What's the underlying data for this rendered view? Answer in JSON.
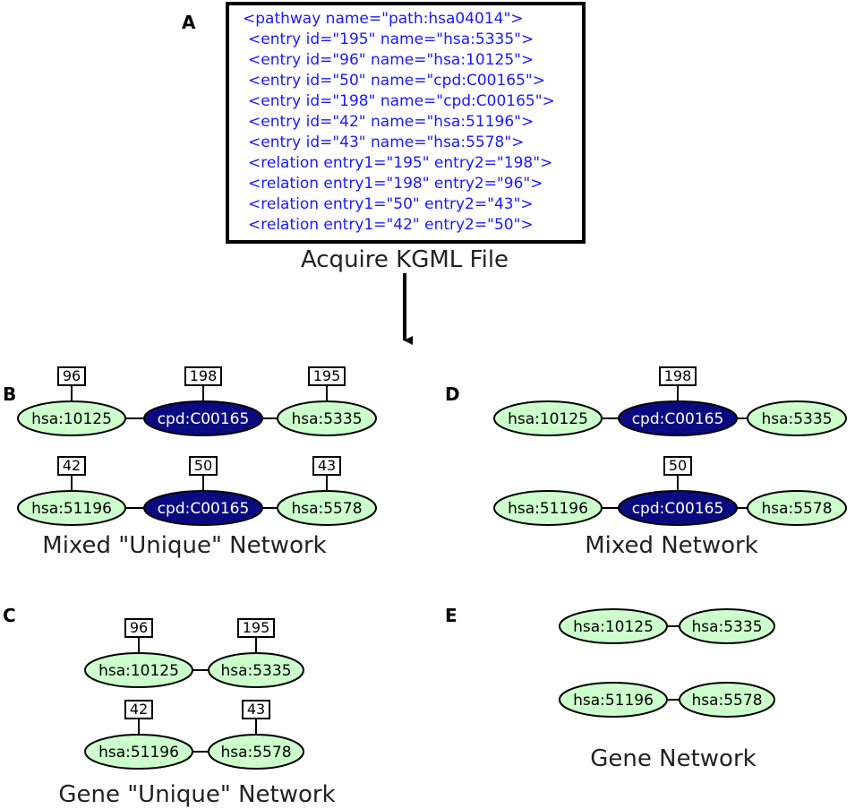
{
  "panels": {
    "A": {
      "letter": "A",
      "kgml_lines": [
        "<pathway name=\"path:hsa04014\">",
        "<entry id=\"195\" name=\"hsa:5335\">",
        "<entry id=\"96\" name=\"hsa:10125\">",
        "<entry id=\"50\" name=\"cpd:C00165\">",
        "<entry id=\"198\" name=\"cpd:C00165\">",
        "<entry id=\"42\" name=\"hsa:51196\">",
        "<entry id=\"43\" name=\"hsa:5578\">",
        "<relation entry1=\"195\" entry2=\"198\">",
        "<relation entry1=\"198\" entry2=\"96\">",
        "<relation entry1=\"50\" entry2=\"43\">",
        "<relation entry1=\"42\" entry2=\"50\">"
      ],
      "caption": "Acquire KGML File"
    },
    "B": {
      "letter": "B",
      "caption": "Mixed \"Unique\" Network",
      "rows": [
        [
          {
            "label": "hsa:10125",
            "kind": "gene",
            "id": "96"
          },
          {
            "label": "cpd:C00165",
            "kind": "cpd",
            "id": "198"
          },
          {
            "label": "hsa:5335",
            "kind": "gene",
            "id": "195"
          }
        ],
        [
          {
            "label": "hsa:51196",
            "kind": "gene",
            "id": "42"
          },
          {
            "label": "cpd:C00165",
            "kind": "cpd",
            "id": "50"
          },
          {
            "label": "hsa:5578",
            "kind": "gene",
            "id": "43"
          }
        ]
      ]
    },
    "C": {
      "letter": "C",
      "caption": "Gene \"Unique\" Network",
      "rows": [
        [
          {
            "label": "hsa:10125",
            "kind": "gene",
            "id": "96"
          },
          {
            "label": "hsa:5335",
            "kind": "gene",
            "id": "195"
          }
        ],
        [
          {
            "label": "hsa:51196",
            "kind": "gene",
            "id": "42"
          },
          {
            "label": "hsa:5578",
            "kind": "gene",
            "id": "43"
          }
        ]
      ]
    },
    "D": {
      "letter": "D",
      "caption": "Mixed Network",
      "rows": [
        [
          {
            "label": "hsa:10125",
            "kind": "gene",
            "id": ""
          },
          {
            "label": "cpd:C00165",
            "kind": "cpd",
            "id": "198"
          },
          {
            "label": "hsa:5335",
            "kind": "gene",
            "id": ""
          }
        ],
        [
          {
            "label": "hsa:51196",
            "kind": "gene",
            "id": ""
          },
          {
            "label": "cpd:C00165",
            "kind": "cpd",
            "id": "50"
          },
          {
            "label": "hsa:5578",
            "kind": "gene",
            "id": ""
          }
        ]
      ]
    },
    "E": {
      "letter": "E",
      "caption": "Gene Network",
      "rows": [
        [
          {
            "label": "hsa:10125",
            "kind": "gene",
            "id": ""
          },
          {
            "label": "hsa:5335",
            "kind": "gene",
            "id": ""
          }
        ],
        [
          {
            "label": "hsa:51196",
            "kind": "gene",
            "id": ""
          },
          {
            "label": "hsa:5578",
            "kind": "gene",
            "id": ""
          }
        ]
      ]
    }
  }
}
